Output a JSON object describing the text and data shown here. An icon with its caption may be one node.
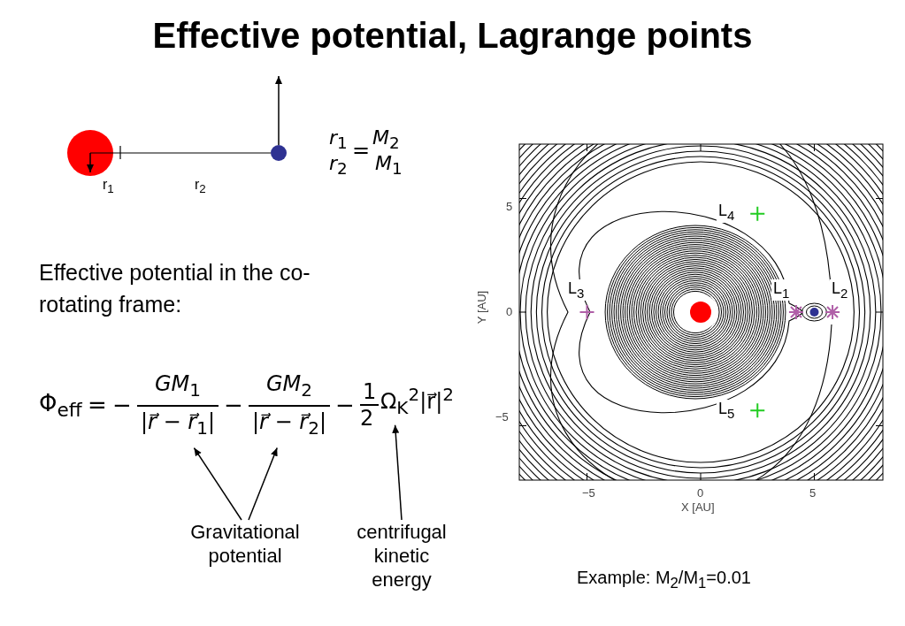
{
  "diagram": {
    "title": "Effective potential, Lagrange points",
    "nodes": [
      {
        "text": [
          "GM$_{1}$",
          "|r⃗ − r⃗$_{1}$|"
        ]
      },
      {
        "text": [
          "GM$_{2}$",
          "|r⃗ − r⃗$_{2}$|"
        ]
      },
      {
        "text": [
          "Ω$_{K}$$^{2}$|r⃗|$^{2}$"
        ]
      },
      {
        "text": [
          "Gravitational potential"
        ]
      },
      {
        "text": [
          "centrifugal kinetic energy"
        ]
      }
    ],
    "edges": [
      {
        "from": 3,
        "to": 0,
        "arrow": "to"
      },
      {
        "from": 3,
        "to": 1,
        "arrow": "to"
      },
      {
        "from": 4,
        "to": 2,
        "arrow": "to"
      }
    ],
    "labels": [
      "r$_{1}$",
      "r$_{2}$",
      "=",
      "M$_{2}$",
      "M$_{1}$",
      "r$_{1}$",
      "r$_{2}$",
      "Effective potential in the co-rotating frame:",
      "Φ$_{eff}$",
      "=",
      "−",
      "−",
      "−",
      "1",
      "2",
      "L$_{4}$",
      "L$_{3}$",
      "L$_{1}$",
      "L$_{2}$",
      "L$_{5}$",
      "5",
      "0",
      "−5",
      "Y [AU]",
      "−5",
      "0",
      "5",
      "X [AU]",
      "Example: M$_{2}$/M$_{1}$=0.01"
    ]
  }
}
